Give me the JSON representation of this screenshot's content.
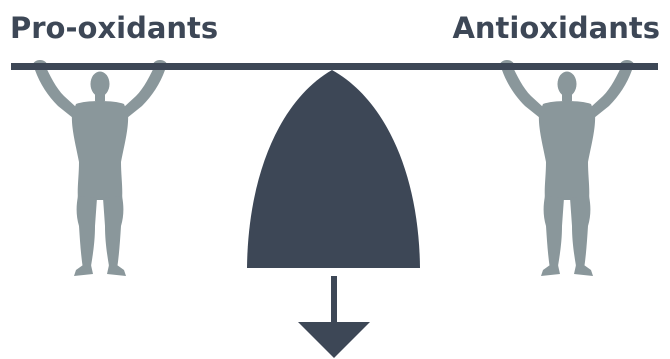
{
  "labels": {
    "left": "Pro-oxidants",
    "right": "Antioxidants"
  },
  "colors": {
    "dark": "#3d4756",
    "figure": "#8a979b",
    "background": "#ffffff"
  },
  "icons": {
    "left_figure": "person-lifting-icon",
    "right_figure": "person-lifting-icon",
    "fulcrum": "bell-fulcrum-shape",
    "arrow": "down-arrow-icon"
  }
}
